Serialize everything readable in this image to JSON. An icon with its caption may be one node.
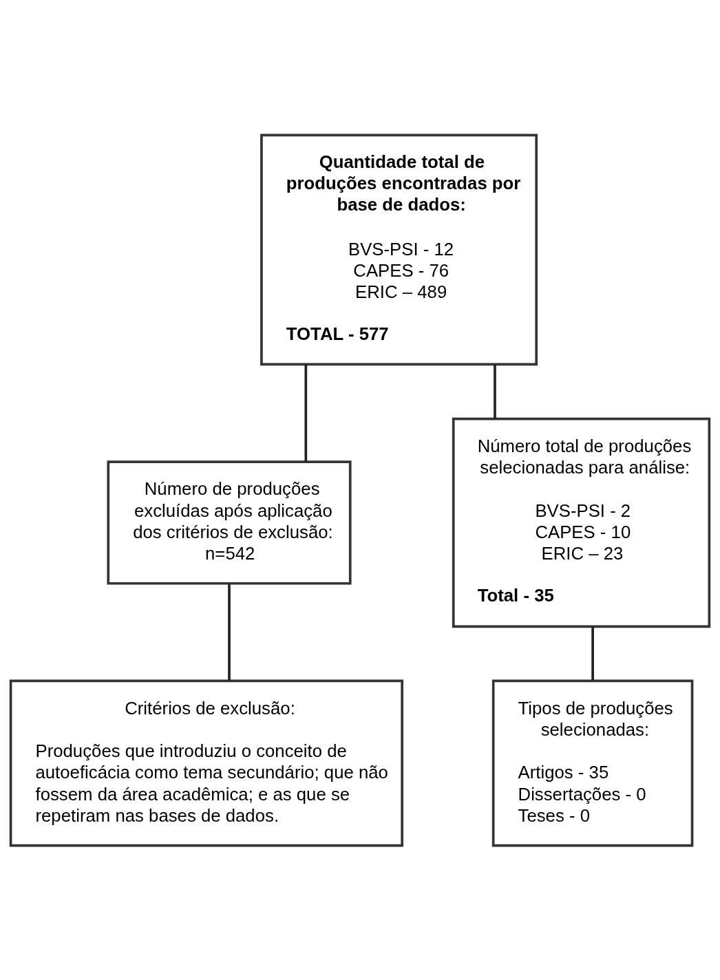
{
  "diagram": {
    "nodes": [
      {
        "text": [
          "Quantidade total de produções encontradas por base de dados:",
          "BVS-PSI - 12",
          "CAPES - 76",
          "ERIC – 489",
          "TOTAL - 577"
        ]
      },
      {
        "text": [
          "Número de produções excluídas após aplicação dos critérios de exclusão:",
          "n=542"
        ]
      },
      {
        "text": [
          "Número total de produções selecionadas para análise:",
          "BVS-PSI - 2",
          "CAPES - 10",
          "ERIC – 23",
          "Total - 35"
        ]
      },
      {
        "text": [
          "Critérios de exclusão:",
          "Produções que introduziu o conceito de autoeficácia como tema secundário; que não fossem da área acadêmica; e as que se repetiram nas bases de dados."
        ]
      },
      {
        "text": [
          "Tipos de produções selecionadas:",
          "Artigos - 35",
          "Dissertações - 0",
          "Teses - 0"
        ]
      }
    ],
    "edges": [
      {
        "from": 0,
        "to": 2,
        "arrow": "none"
      },
      {
        "from": 0,
        "to": 1,
        "arrow": "none"
      },
      {
        "from": 1,
        "to": 3,
        "arrow": "none"
      },
      {
        "from": 2,
        "to": 4,
        "arrow": "none"
      }
    ]
  }
}
